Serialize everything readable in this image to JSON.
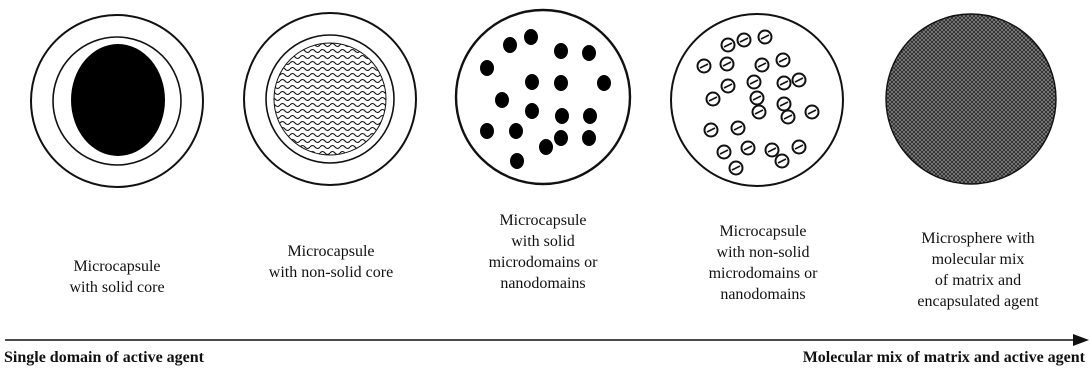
{
  "panels": [
    {
      "id": "solid-core",
      "caption": "Microcapsule\nwith solid core",
      "fill": "solid"
    },
    {
      "id": "nonsolid-core",
      "caption": "Microcapsule\nwith non-solid core",
      "fill": "wavy"
    },
    {
      "id": "solid-domains",
      "caption": "Microcapsule\nwith solid\nmicrodomains or\nnanodomains",
      "fill": "solid-dots"
    },
    {
      "id": "nonsolid-domains",
      "caption": "Microcapsule\nwith non-solid\nmicrodomains or\nnanodomains",
      "fill": "hatched-dots"
    },
    {
      "id": "microsphere",
      "caption": "Microsphere with\nmolecular mix\nof matrix and\nencapsulated agent",
      "fill": "crosshatch"
    }
  ],
  "axis": {
    "left_label": "Single domain of active agent",
    "right_label": "Molecular mix of matrix and active agent"
  },
  "colors": {
    "ink": "#111111",
    "background": "#ffffff"
  }
}
